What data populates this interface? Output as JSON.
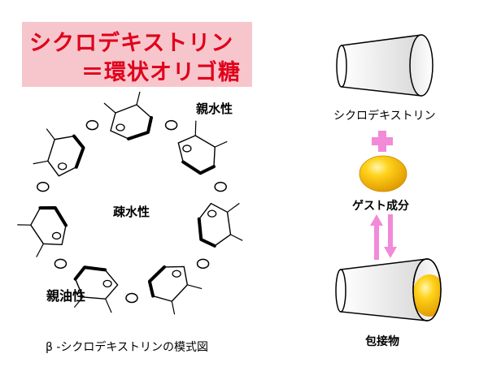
{
  "title": {
    "line1": "シクロデキストリン",
    "line2": "＝環状オリゴ糖"
  },
  "ring_labels": {
    "outer_top": "親水性",
    "inner": "疎水性",
    "bottom_left": "親油性"
  },
  "ring_caption": "β -シクロデキストリンの模式図",
  "right_panel": {
    "host_label": "シクロデキストリン",
    "plus_symbol": "+",
    "guest_label": "ゲスト成分",
    "complex_label": "包接物"
  },
  "colors": {
    "title_text": "#e0001b",
    "title_bg": "#f7c6cc",
    "plus": "#f28ad8",
    "arrows": "#f28ad8",
    "guest_ball": "#f5b800"
  }
}
